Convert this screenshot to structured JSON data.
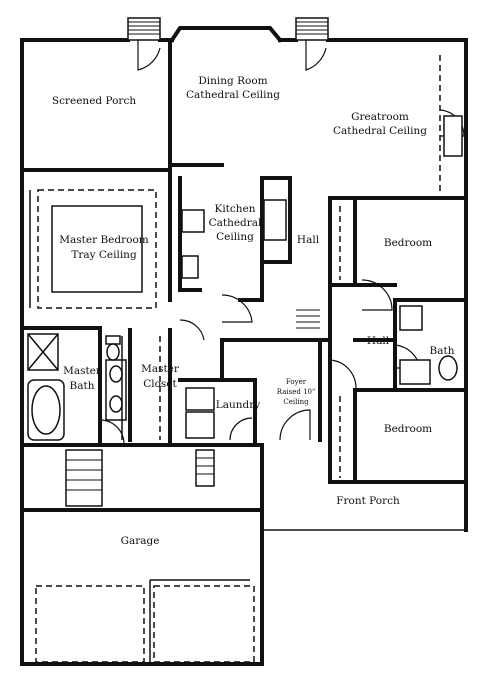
{
  "rooms": {
    "screened_porch": "Screened Porch",
    "dining_room": [
      "Dining Room",
      "Cathedral Ceiling"
    ],
    "greatroom": [
      "Greatroom",
      "Cathedral Ceiling"
    ],
    "master_bedroom": [
      "Master Bedroom",
      "Tray Ceiling"
    ],
    "kitchen": [
      "Kitchen",
      "Cathedral",
      "Ceiling"
    ],
    "hall_upper": "Hall",
    "bedroom_upper": "Bedroom",
    "hall_lower": "Hall",
    "bath": "Bath",
    "master_bath": [
      "Master",
      "Bath"
    ],
    "master_closet": [
      "Master",
      "Closet"
    ],
    "laundry": "Laundry",
    "foyer": [
      "Foyer",
      "Raised 10\"",
      "Ceiling"
    ],
    "bedroom_lower": "Bedroom",
    "front_porch": "Front Porch",
    "garage": "Garage"
  }
}
